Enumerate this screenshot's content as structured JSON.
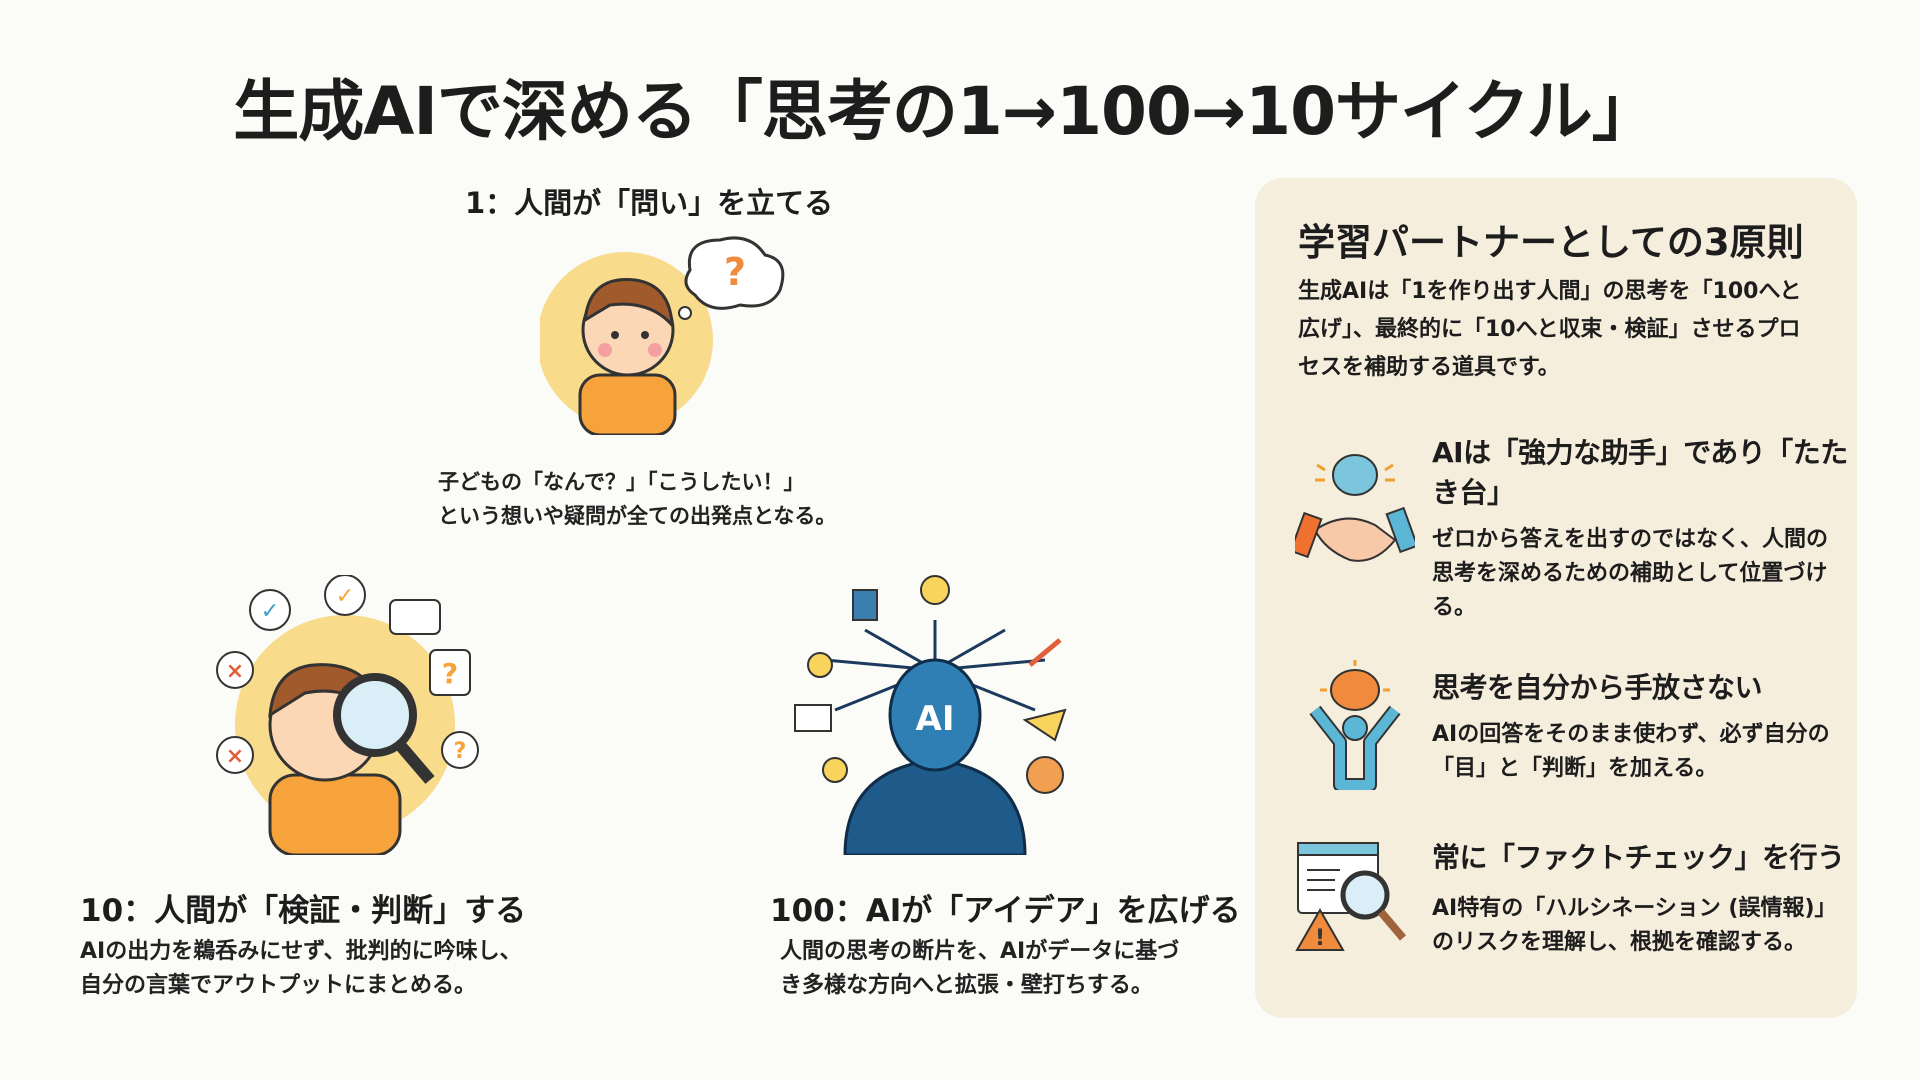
{
  "title": "生成AIで深める「思考の1→100→10サイクル」",
  "steps": [
    {
      "heading": "1：人間が「問い」を立てる",
      "text": [
        "子どもの「なんで？」「こうしたい！」",
        "という想いや疑問が全ての出発点となる。"
      ],
      "icon": "thinking-child-icon"
    },
    {
      "heading": "10：人間が「検証・判断」する",
      "text": [
        "AIの出力を鵜呑みにせず、批判的に吟味し、",
        "自分の言葉でアウトプットにまとめる。"
      ],
      "icon": "child-magnifier-icon"
    },
    {
      "heading": "100：AIが「アイデア」を広げる",
      "text": [
        "人間の思考の断片を、AIがデータに基づ",
        "き多様な方向へと拡張・壁打ちする。"
      ],
      "icon": "ai-robot-icon",
      "ai_label": "AI"
    }
  ],
  "panel": {
    "title": "学習パートナーとしての3原則",
    "intro": "生成AIは「1を作り出す人間」の思考を「100へと広げ」、最終的に「10へと収束・検証」させるプロセスを補助する道具です。",
    "principles": [
      {
        "heading": "AIは「強力な助手」であり「たたき台」",
        "text": "ゼロから答えを出すのではなく、人間の思考を深めるための補助として位置づける。",
        "icon": "handshake-brain-icon"
      },
      {
        "heading": "思考を自分から手放さない",
        "text": "AIの回答をそのまま使わず、必ず自分の「目」と「判断」を加える。",
        "icon": "person-brain-icon"
      },
      {
        "heading": "常に「ファクトチェック」を行う",
        "text": "AI特有の「ハルシネーション (誤情報)」のリスクを理解し、根拠を確認する。",
        "icon": "fact-check-icon"
      }
    ]
  },
  "colors": {
    "panel_bg": "#f6eedd",
    "orange": "#f08a3c",
    "blue": "#5bb7d5",
    "navy": "#1c3a5e"
  }
}
